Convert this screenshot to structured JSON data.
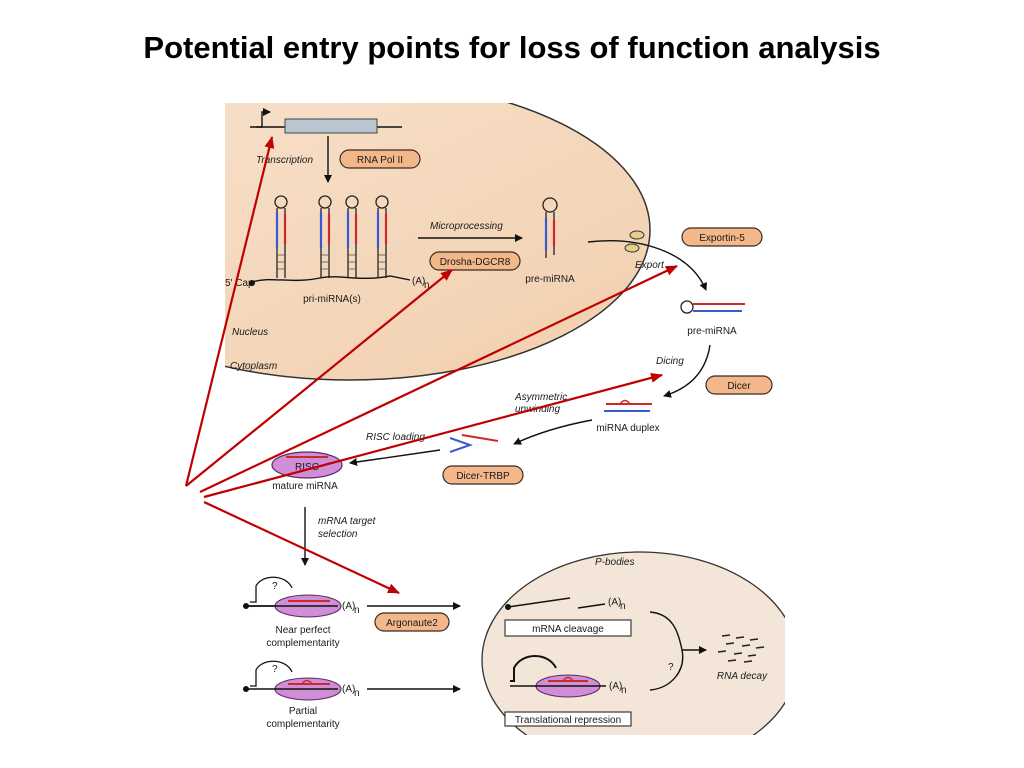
{
  "title": "Potential entry points for loss of function analysis",
  "colors": {
    "nucleus_fill": "#f6dcc4",
    "cell_fill": "#f9e8d8",
    "enzyme_pill": "#f3b789",
    "arrow_red": "#c00000",
    "risc_purple": "#cf8ed6"
  },
  "labels": {
    "transcription": "Transcription",
    "rna_pol": "RNA Pol II",
    "cap": "5' Cap",
    "polyA": "(A)",
    "n": "n",
    "pri_mirna": "pri-miRNA(s)",
    "microprocessing": "Microprocessing",
    "drosha": "Drosha-DGCR8",
    "pre_mirna_nuc": "pre-miRNA",
    "nucleus": "Nucleus",
    "cytoplasm": "Cytoplasm",
    "export": "Export",
    "exportin": "Exportin-5",
    "pre_mirna_cyto": "pre-miRNA",
    "dicing": "Dicing",
    "dicer": "Dicer",
    "asym_1": "Asymmetric",
    "asym_2": "unwinding",
    "duplex": "miRNA duplex",
    "risc_loading": "RISC loading",
    "dicer_trbp": "Dicer-TRBP",
    "risc": "RISC",
    "mature": "mature miRNA",
    "target_1": "mRNA target",
    "target_2": "selection",
    "pbodies": "P-bodies",
    "q1": "?",
    "q2": "?",
    "q3": "?",
    "near_1": "Near perfect",
    "near_2": "complementarity",
    "argonaute": "Argonaute2",
    "cleavage": "mRNA cleavage",
    "partial_1": "Partial",
    "partial_2": "complementarity",
    "repression": "Translational repression",
    "decay": "RNA decay"
  }
}
